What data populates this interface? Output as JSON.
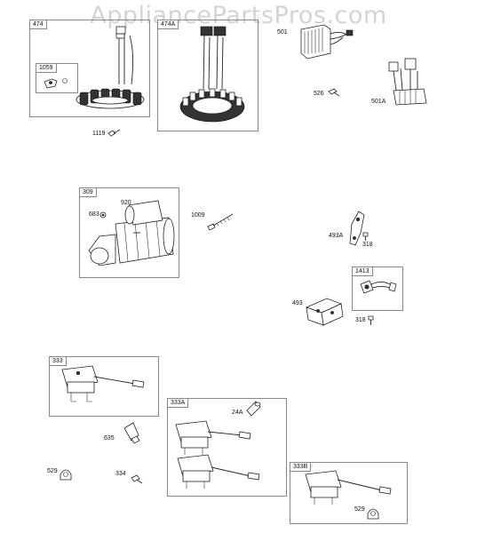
{
  "watermark": "AppliancePartsPros.com",
  "callouts": {
    "b474": "474",
    "b1059": "1059",
    "b474A": "474A",
    "b309": "309",
    "b1413": "1413",
    "b333": "333",
    "b333A": "333A",
    "b333B": "333B",
    "p501": "501",
    "p526": "526",
    "p501A": "501A",
    "p1119": "1119",
    "p920": "920",
    "p683": "683",
    "p1009": "1009",
    "p493A": "493A",
    "p318a": "318",
    "p493": "493",
    "p318b": "318",
    "p24A": "24A",
    "p635": "635",
    "p529a": "529",
    "p334": "334",
    "p529b": "529"
  }
}
